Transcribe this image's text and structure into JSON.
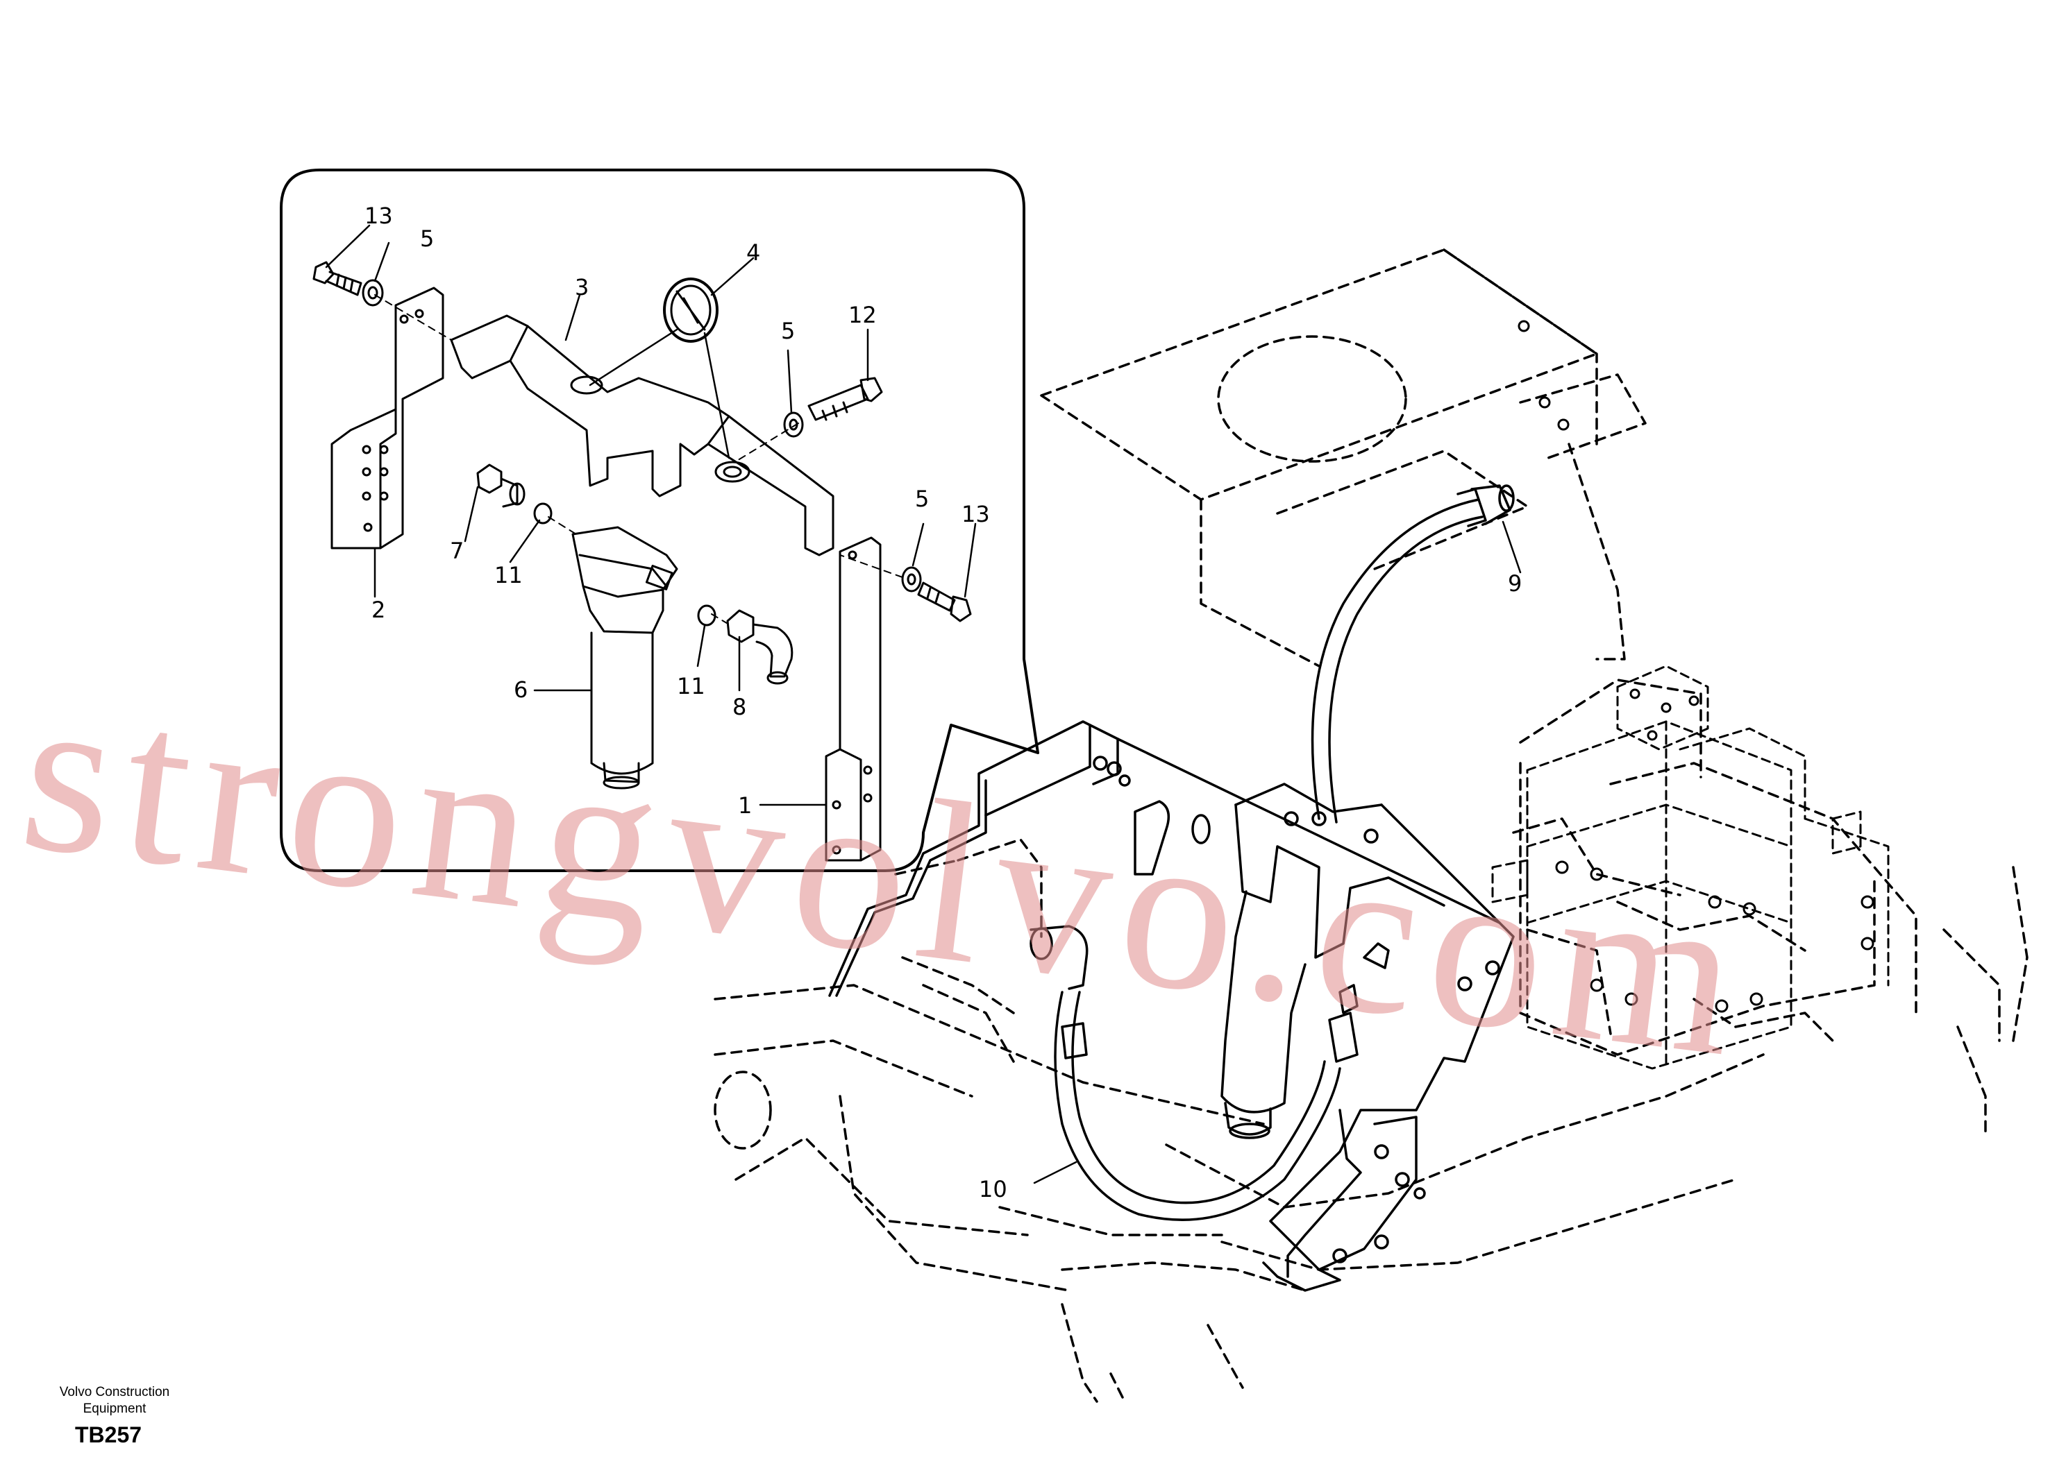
{
  "callouts": [
    {
      "id": "c13a",
      "label": "13"
    },
    {
      "id": "c5a",
      "label": "5"
    },
    {
      "id": "c3",
      "label": "3"
    },
    {
      "id": "c4",
      "label": "4"
    },
    {
      "id": "c5b",
      "label": "5"
    },
    {
      "id": "c12",
      "label": "12"
    },
    {
      "id": "c7",
      "label": "7"
    },
    {
      "id": "c11a",
      "label": "11"
    },
    {
      "id": "c2",
      "label": "2"
    },
    {
      "id": "c5c",
      "label": "5"
    },
    {
      "id": "c13b",
      "label": "13"
    },
    {
      "id": "c6",
      "label": "6"
    },
    {
      "id": "c11b",
      "label": "11"
    },
    {
      "id": "c8",
      "label": "8"
    },
    {
      "id": "c1",
      "label": "1"
    },
    {
      "id": "c9",
      "label": "9"
    },
    {
      "id": "c10",
      "label": "10"
    }
  ],
  "footer": {
    "company_line1": "Volvo Construction",
    "company_line2": "Equipment",
    "code": "TB257"
  },
  "watermark": {
    "text": "strongvolvo.com"
  },
  "colors": {
    "line": "#000000",
    "watermark": "#e08c8c"
  }
}
